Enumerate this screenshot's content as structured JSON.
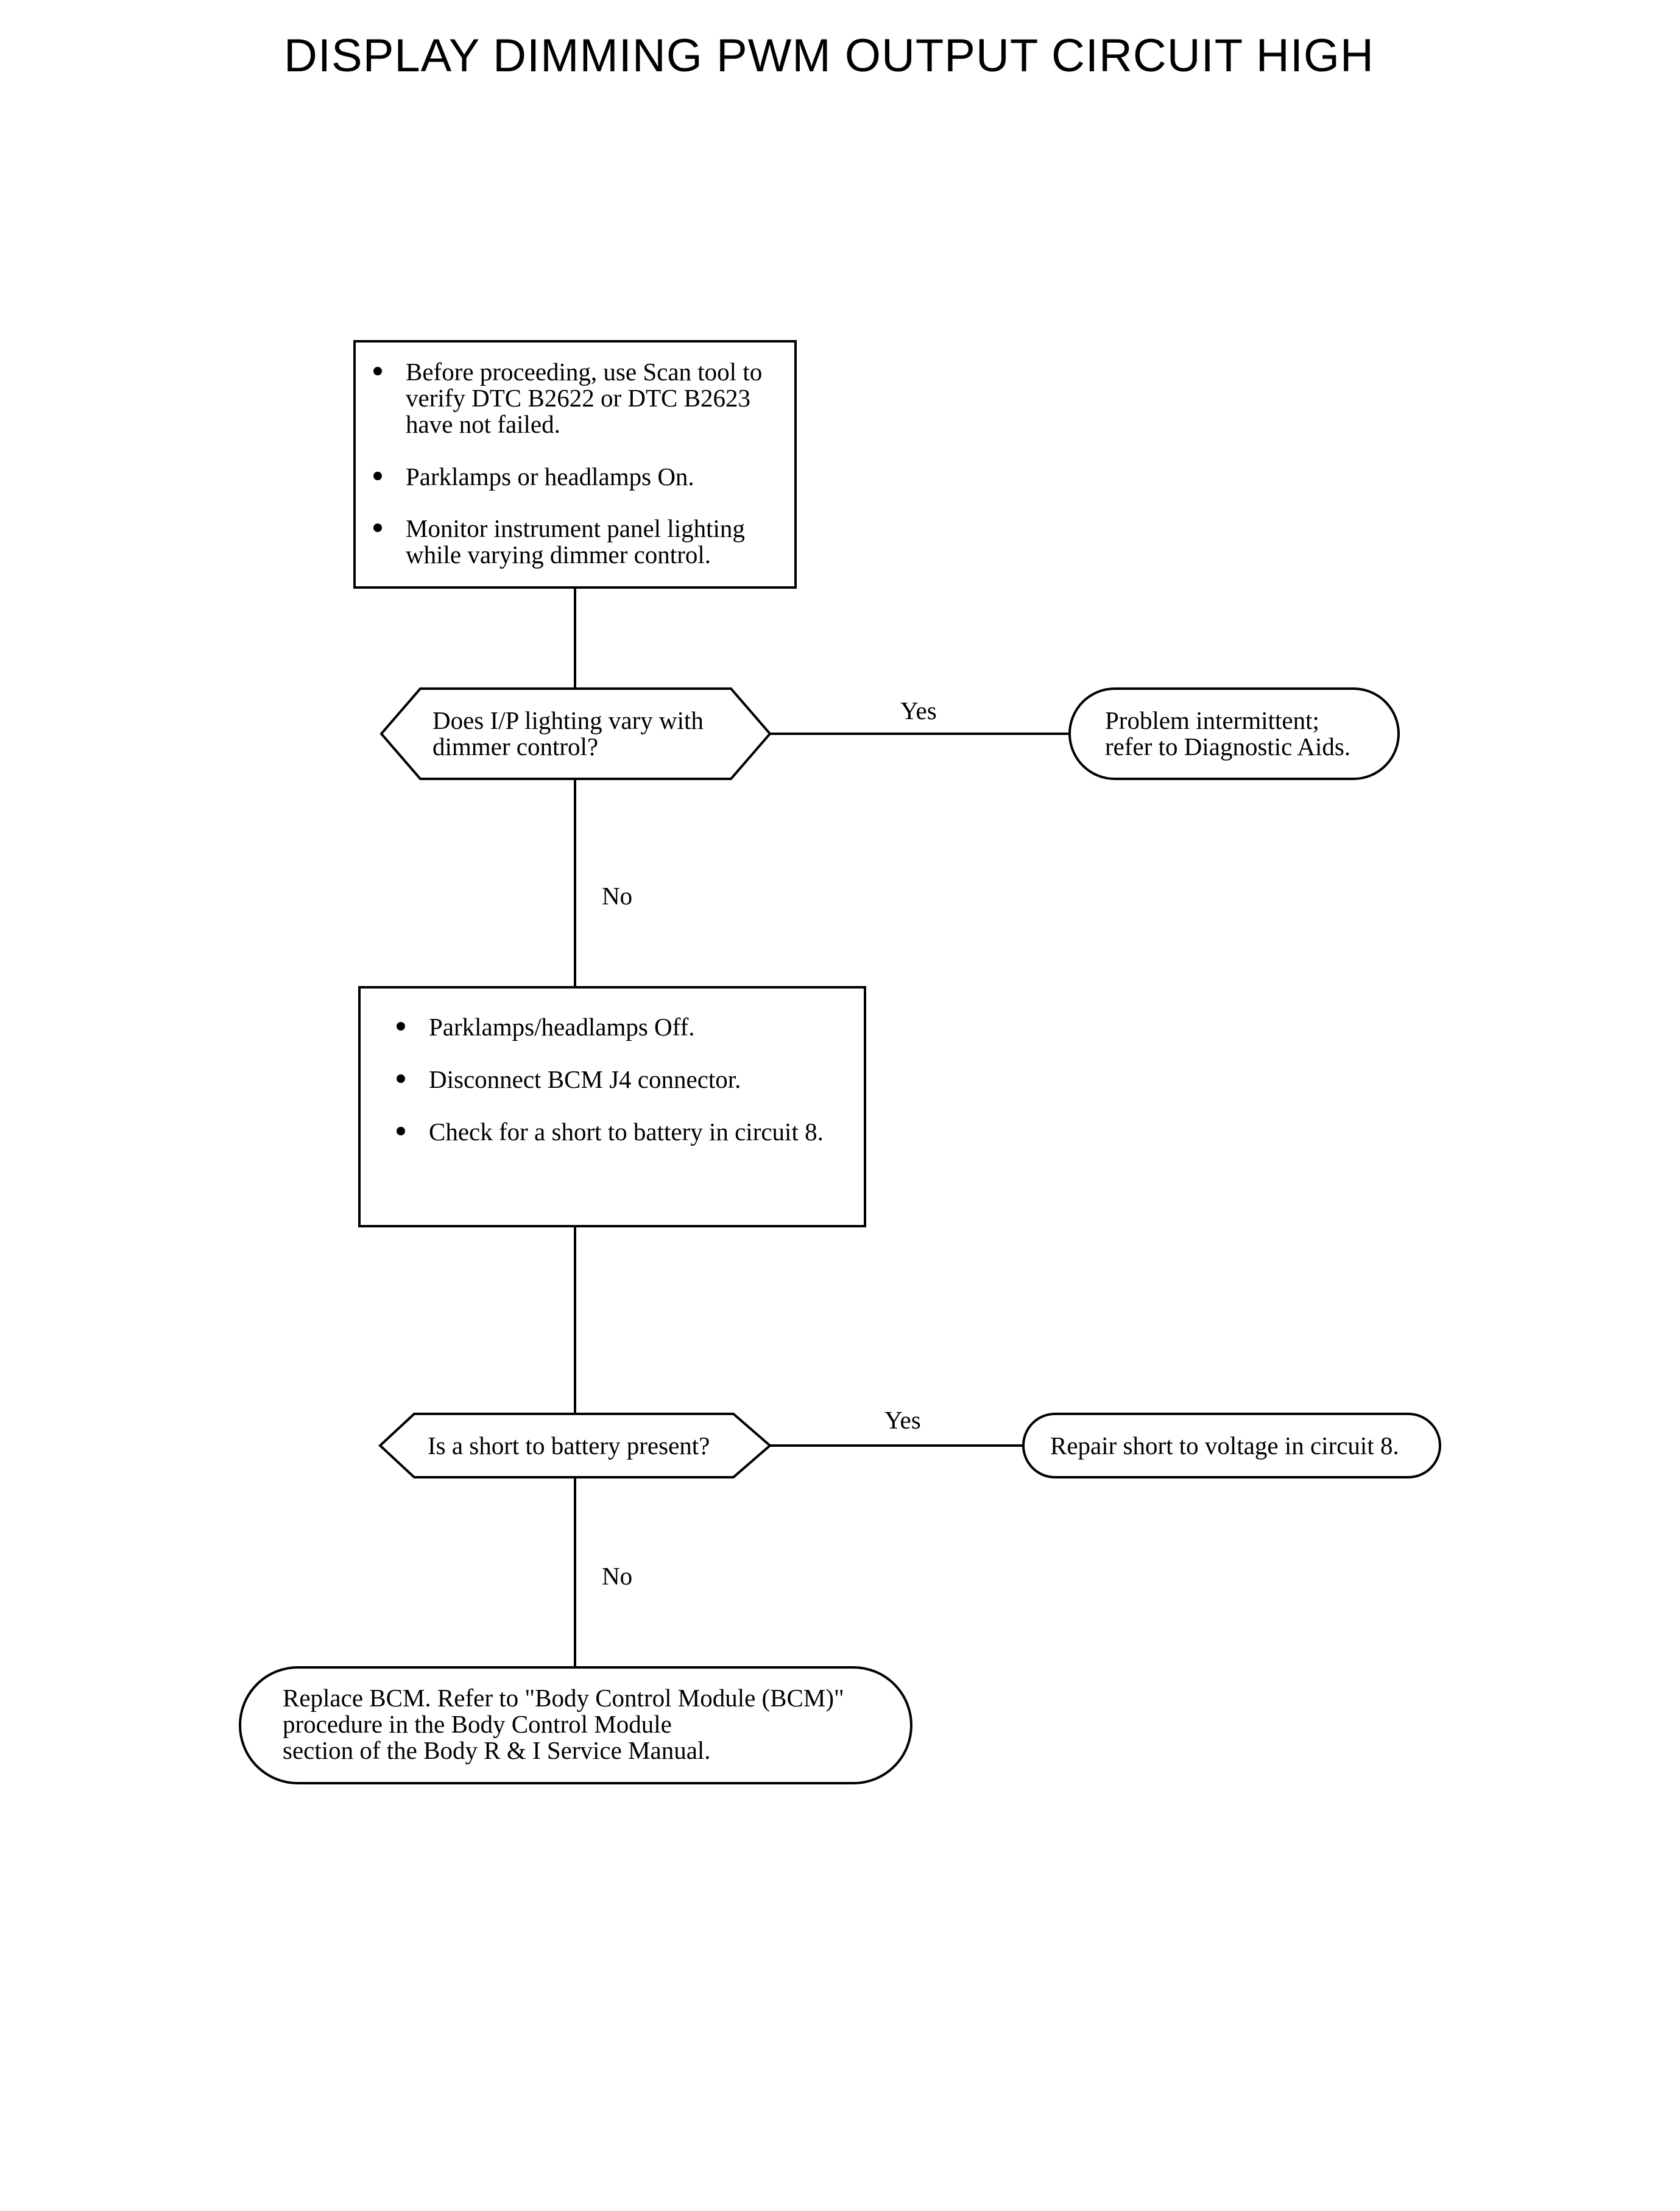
{
  "title": "DISPLAY DIMMING PWM OUTPUT CIRCUIT HIGH",
  "colors": {
    "line": "#000000",
    "background": "#ffffff"
  },
  "box1": {
    "bullets": [
      [
        "Before proceeding, use Scan tool to",
        "verify DTC B2622 or DTC B2623",
        "have not failed."
      ],
      [
        "Parklamps or headlamps On."
      ],
      [
        "Monitor instrument panel lighting",
        "while varying dimmer control."
      ]
    ]
  },
  "decision1": {
    "lines": [
      "Does I/P lighting vary with",
      "dimmer control?"
    ],
    "yes_label": "Yes",
    "no_label": "No"
  },
  "terminal1": {
    "lines": [
      "Problem intermittent;",
      "refer to Diagnostic Aids."
    ]
  },
  "box2": {
    "bullets": [
      [
        "Parklamps/headlamps Off."
      ],
      [
        "Disconnect BCM J4 connector."
      ],
      [
        "Check for a short to battery in circuit 8."
      ]
    ]
  },
  "decision2": {
    "lines": [
      "Is a short to battery present?"
    ],
    "yes_label": "Yes",
    "no_label": "No"
  },
  "terminal2": {
    "lines": [
      "Repair short to voltage in circuit 8."
    ]
  },
  "terminal3": {
    "lines": [
      "Replace BCM. Refer to \"Body Control Module (BCM)\"",
      "procedure in the Body Control Module",
      "section of the Body R & I Service Manual."
    ]
  }
}
